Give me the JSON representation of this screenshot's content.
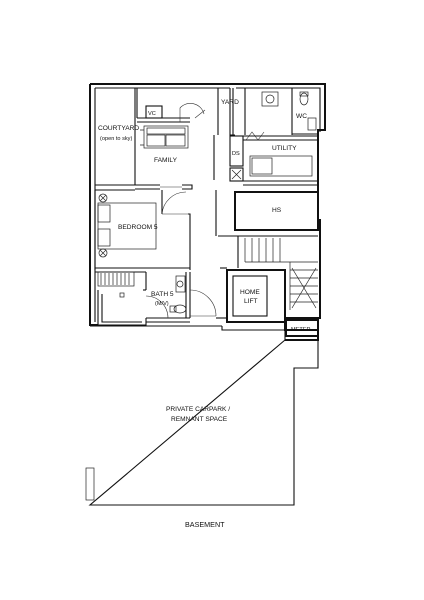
{
  "rooms": {
    "yard": "YARD",
    "vc": "VC",
    "wc": "WC",
    "courtyard": "COURTYARD",
    "courtyard_note": "(open to sky)",
    "family": "FAMILY",
    "ds": "DS",
    "utility": "UTILITY",
    "hs": "HS",
    "bedroom5": "BEDROOM 5",
    "bath5": "BATH 5",
    "bath5_note": "(M/V)",
    "home_lift_line1": "HOME",
    "home_lift_line2": "LIFT",
    "meter": "METER",
    "carpark_line1": "PRIVATE CARPARK /",
    "carpark_line2": "REMNANT SPACE"
  },
  "floor_label": "BASEMENT"
}
